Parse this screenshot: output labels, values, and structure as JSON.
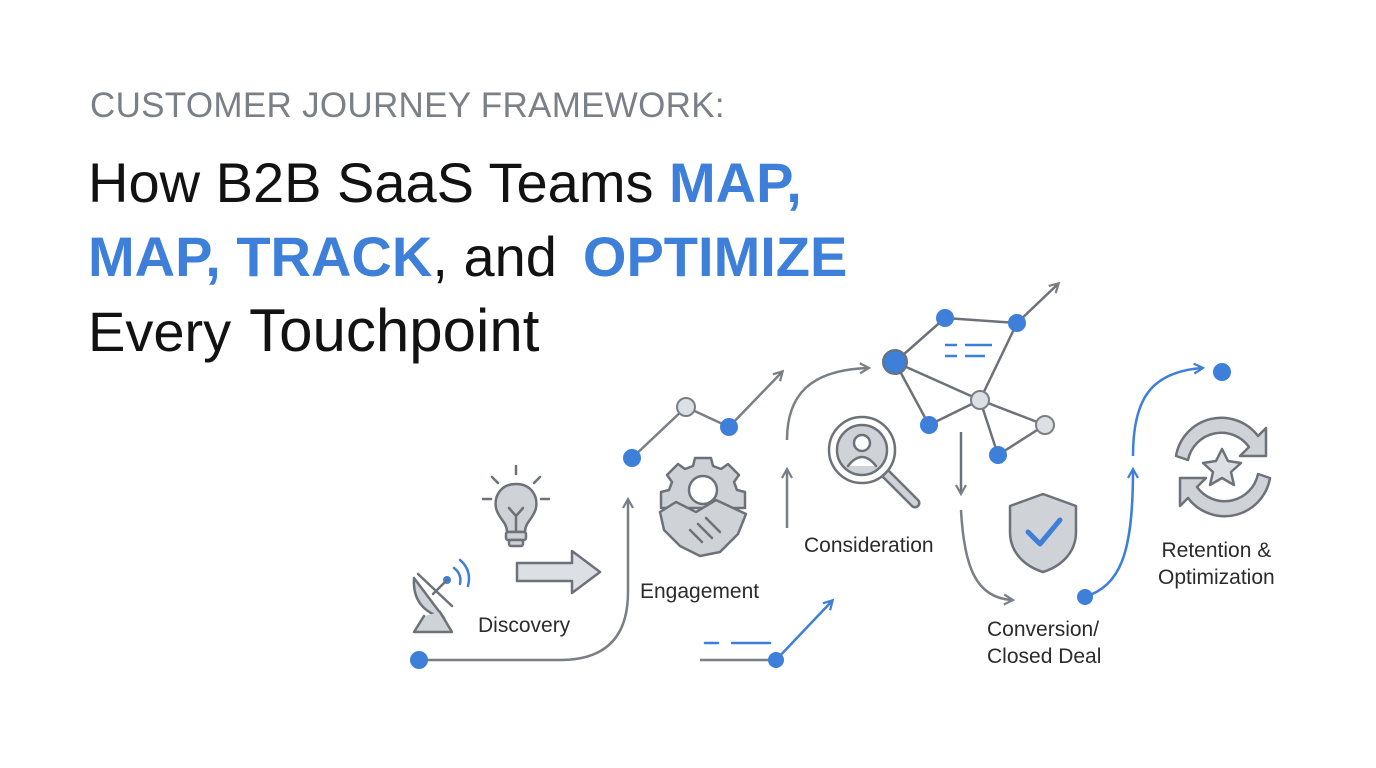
{
  "header": {
    "kicker": "CUSTOMER JOURNEY FRAMEWORK:",
    "title_part1": "How B2B SaaS Teams ",
    "title_accent1": "MAP,",
    "title_accent2": "MAP,",
    "title_accent3": "TRACK",
    "title_part2": ", and",
    "title_accent4": "OPTIMIZE",
    "title_part3": "Every",
    "title_part4": "Touchpoint"
  },
  "stages": {
    "discovery": "Discovery",
    "engagement": "Engagement",
    "consideration": "Consideration",
    "conversion_line1": "Conversion/",
    "conversion_line2": "Closed Deal",
    "retention_line1": "Retention &",
    "retention_line2": "Optimization"
  },
  "colors": {
    "accent": "#3d7fd9",
    "stroke": "#7a7f86",
    "icon_fill": "#cfd2d6",
    "node_gray": "#dcdfe3",
    "text": "#121212",
    "kicker": "#7b8087"
  },
  "icons": {
    "discovery": [
      "satellite-dish-icon",
      "lightbulb-icon",
      "arrow-right-icon"
    ],
    "engagement": [
      "gear-icon",
      "handshake-icon"
    ],
    "consideration": [
      "magnifier-person-icon"
    ],
    "conversion": [
      "shield-check-icon"
    ],
    "retention": [
      "cycle-star-icon"
    ]
  }
}
